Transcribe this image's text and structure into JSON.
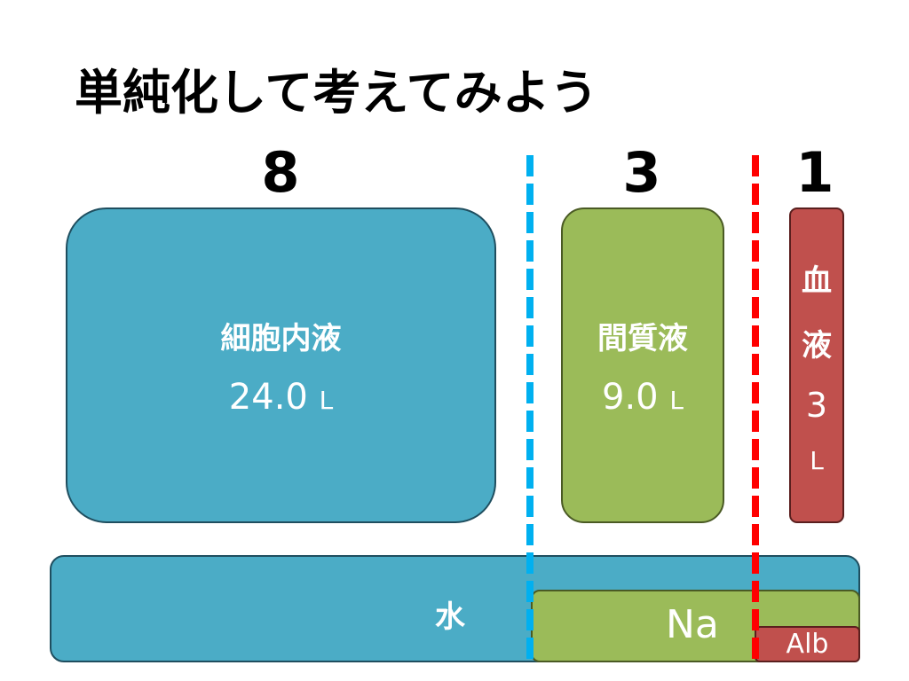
{
  "title": "単純化して考えてみよう",
  "ratios": {
    "icf": "8",
    "isf": "3",
    "blood": "1"
  },
  "compartments": {
    "icf": {
      "label": "細胞内液",
      "volume": "24.0",
      "unit": "L"
    },
    "isf": {
      "label": "間質液",
      "volume": "9.0",
      "unit": "L"
    },
    "blood": {
      "label_1": "血",
      "label_2": "液",
      "volume": "3",
      "unit": "L"
    }
  },
  "bars": {
    "water": "水",
    "sodium": "Na",
    "albumin": "Alb"
  },
  "colors": {
    "blue": "#4bacc6",
    "green": "#9bbb59",
    "red": "#c0504d",
    "blue_line": "#00b0f0",
    "red_line": "#ff0000"
  }
}
